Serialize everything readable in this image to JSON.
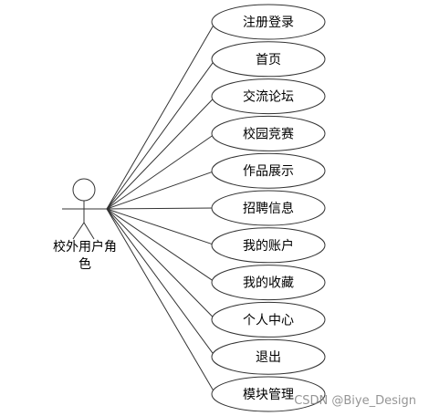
{
  "diagram": {
    "actor": {
      "label": "校外用户角色"
    },
    "use_cases": [
      {
        "label": "注册登录"
      },
      {
        "label": "首页"
      },
      {
        "label": "交流论坛"
      },
      {
        "label": "校园竞赛"
      },
      {
        "label": "作品展示"
      },
      {
        "label": "招聘信息"
      },
      {
        "label": "我的账户"
      },
      {
        "label": "我的收藏"
      },
      {
        "label": "个人中心"
      },
      {
        "label": "退出"
      },
      {
        "label": "模块管理"
      }
    ]
  },
  "watermark": {
    "text": "CSDN @Biye_Design"
  }
}
